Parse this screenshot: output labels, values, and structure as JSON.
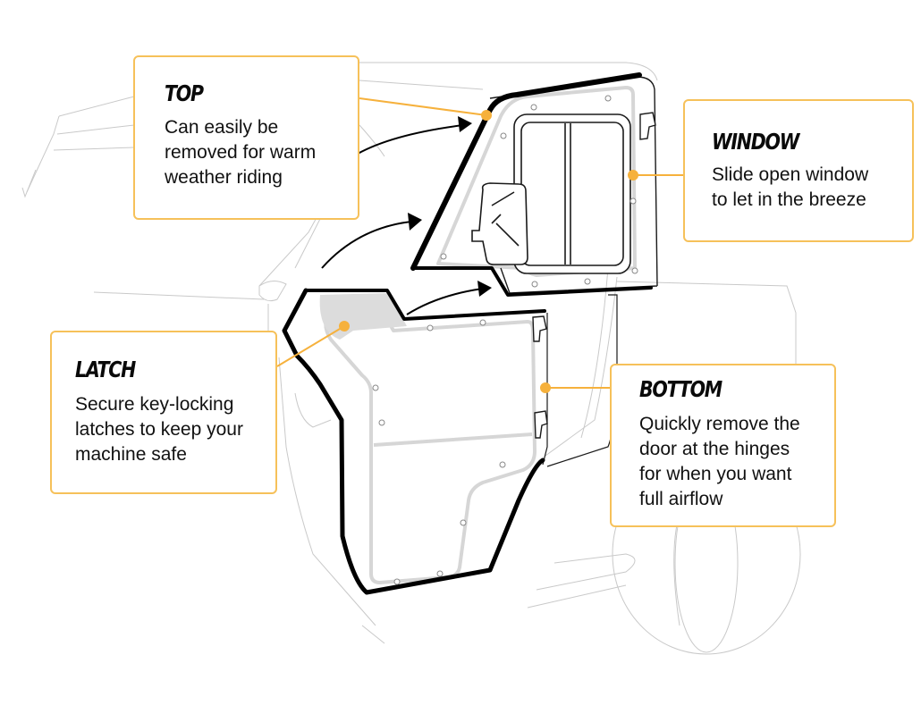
{
  "diagram": {
    "subject": "UTV cab door diagram",
    "accent_color": "#f6b13c",
    "callouts": {
      "top": {
        "title": "TOP",
        "body": "Can easily be\nremoved for warm\nweather riding"
      },
      "window": {
        "title": "WINDOW",
        "body": "Slide open window\nto let in the breeze"
      },
      "latch": {
        "title": "LATCH",
        "body": "Secure key-locking\nlatches to keep your\nmachine safe"
      },
      "bottom": {
        "title": "BOTTOM",
        "body": "Quickly remove the\ndoor at the hinges\nfor when you want\nfull airflow"
      }
    }
  }
}
